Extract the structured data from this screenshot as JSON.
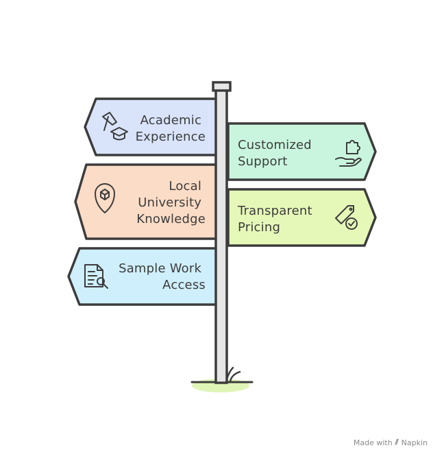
{
  "signs": [
    {
      "id": "academic-experience",
      "lines": [
        "Academic",
        "Experience"
      ],
      "color": "#d9e4fb",
      "icon": "graduation-icon"
    },
    {
      "id": "customized-support",
      "lines": [
        "Customized",
        "Support"
      ],
      "color": "#c9f5de",
      "icon": "puzzle-hand-icon"
    },
    {
      "id": "local-university-knowledge",
      "lines": [
        "Local",
        "University",
        "Knowledge"
      ],
      "color": "#fbdcc6",
      "icon": "location-pin-icon"
    },
    {
      "id": "transparent-pricing",
      "lines": [
        "Transparent",
        "Pricing"
      ],
      "color": "#e6f8b8",
      "icon": "price-tag-check-icon"
    },
    {
      "id": "sample-work-access",
      "lines": [
        "Sample Work",
        "Access"
      ],
      "color": "#cfeffc",
      "icon": "document-search-icon"
    }
  ],
  "colors": {
    "outline": "#3c3c3c",
    "pole": "#e6e6e6",
    "grass": "#dff5b8"
  },
  "watermark": {
    "prefix": "Made with",
    "brand": "Napkin"
  }
}
